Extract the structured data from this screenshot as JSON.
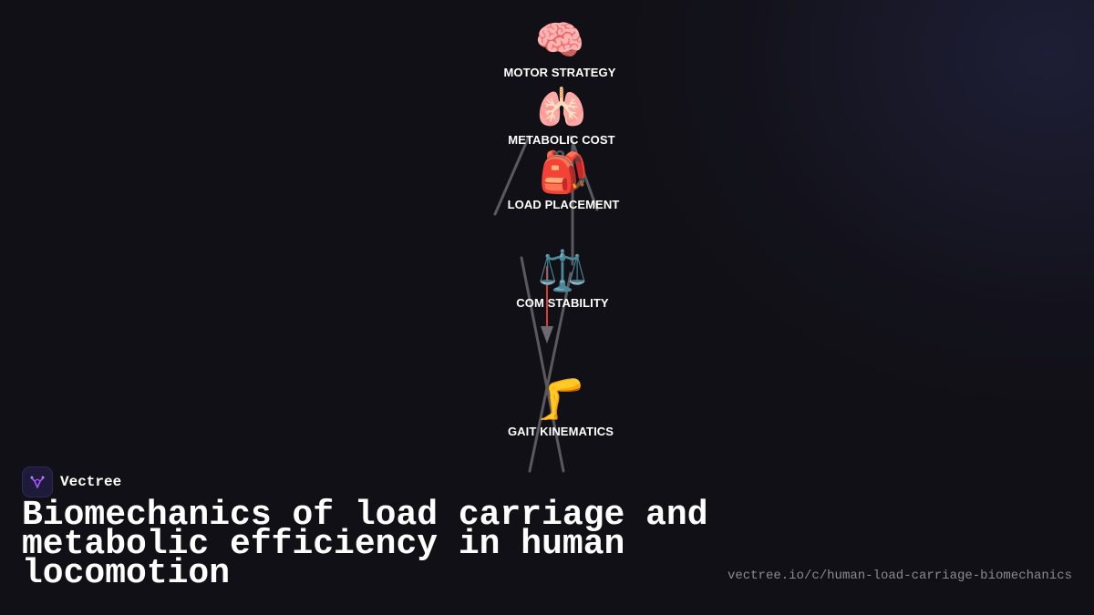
{
  "diagram": {
    "nodes": [
      {
        "icon": "brain-icon",
        "emoji": "🧠",
        "label": "MOTOR STRATEGY"
      },
      {
        "icon": "lungs-icon",
        "emoji": "🫁",
        "label": "METABOLIC COST"
      },
      {
        "icon": "backpack-icon",
        "emoji": "🎒",
        "label": "LOAD PLACEMENT"
      },
      {
        "icon": "balance-scale-icon",
        "emoji": "⚖️",
        "label": "COM STABILITY"
      },
      {
        "icon": "leg-icon",
        "emoji": "🦵",
        "label": "GAIT KINEMATICS"
      }
    ],
    "colors": {
      "stick_figure": "#5a5a5e",
      "force_vector": "#e0393b",
      "arrow_head": "#6b6b70"
    }
  },
  "brand": {
    "name": "Vectree",
    "logo_color": "#a855f7"
  },
  "title": "Biomechanics of load carriage and metabolic efficiency in human locomotion",
  "url": "vectree.io/c/human-load-carriage-biomechanics"
}
